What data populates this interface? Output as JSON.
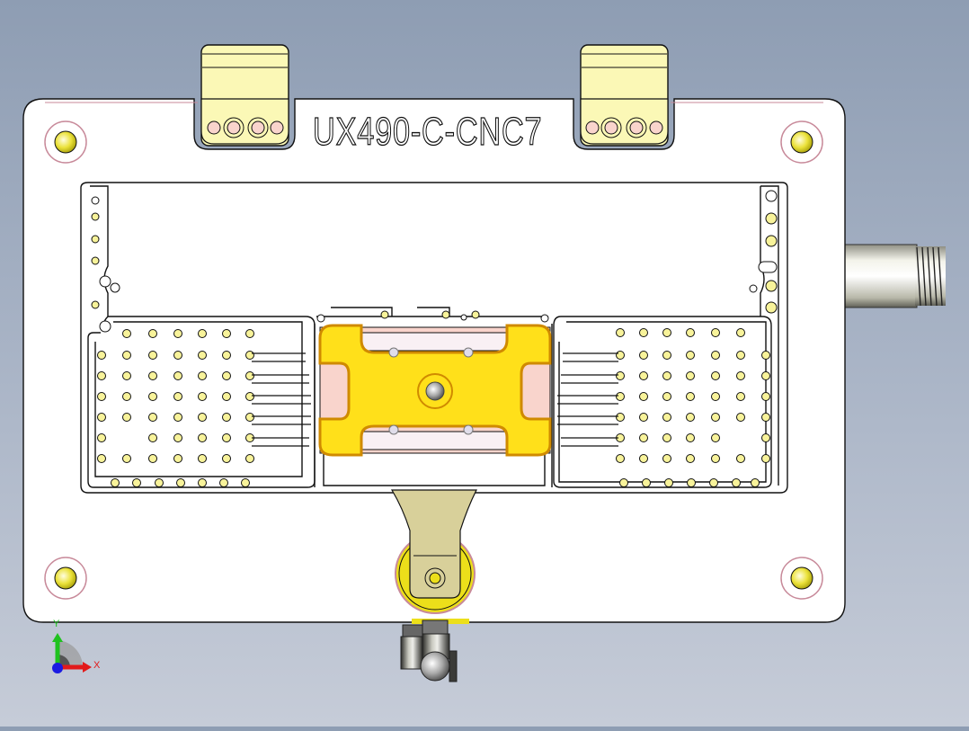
{
  "view": {
    "background_top": "#8e9db3",
    "background_bottom": "#c6ccd8",
    "model_label": "UX490-C-CNC7"
  },
  "colors": {
    "plate": "#ffffff",
    "outline": "#111111",
    "clamp_yellow": "#ffe01a",
    "clamp_edge": "#d08a00",
    "pin_yellow": "#f8f39a",
    "tab_cream": "#fbf8b6",
    "pink_pocket": "#f9d4cc",
    "lever_tan": "#d8d09a",
    "wheel_yellow": "#ecdf1a",
    "fitting_grey": "#5a5a55"
  },
  "triad": {
    "x_label": "X",
    "y_label": "Y",
    "x_color": "#e21a1a",
    "y_color": "#1fc21f",
    "z_color": "#1a1ae2"
  },
  "components": [
    {
      "name": "base-plate"
    },
    {
      "name": "left-handle-tab"
    },
    {
      "name": "right-handle-tab"
    },
    {
      "name": "center-clamp"
    },
    {
      "name": "cam-lever"
    },
    {
      "name": "air-fitting"
    },
    {
      "name": "threaded-shaft"
    }
  ]
}
